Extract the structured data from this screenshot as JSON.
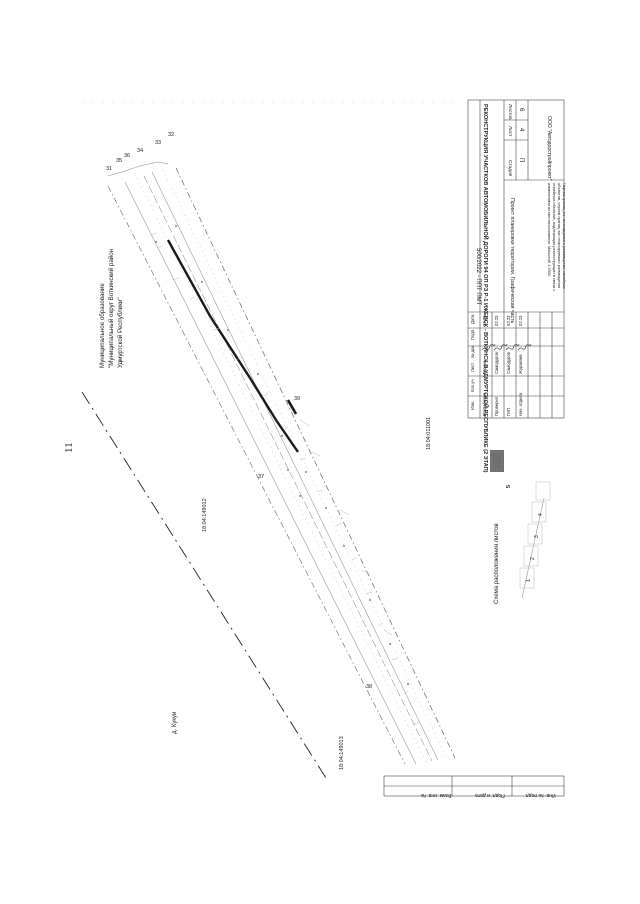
{
  "page": {
    "number": "11"
  },
  "plan": {
    "municipality_lines": [
      "Муниципальное образование",
      "\"Муниципальный округ Воткинский район",
      "Удмуртской Республики\""
    ],
    "village": "д. Кукуи",
    "cadastral_1": "18:04:149012",
    "cadastral_2": "18:04:149013",
    "cadastral_3": "18:04:011001",
    "markers": [
      "31",
      "32",
      "33",
      "34",
      "35",
      "36",
      "37",
      "38",
      "39"
    ]
  },
  "layout_scheme": {
    "title": "Схема расположения листов",
    "sheets": [
      "1",
      "2",
      "3",
      "4",
      "5"
    ]
  },
  "side_stamp": {
    "cells": [
      "Взам. инв. №",
      "Подп. и дата",
      "Инв. № подл."
    ]
  },
  "title_block": {
    "code": "500/2022 - ППТ ПМТ",
    "project_title": "РЕКОНСТРУКЦИЯ УЧАСТКОВ АВТОМОБИЛЬНОЙ ДОРОГИ 94 ОП РЗ Р-1 ИЖЕВСК - ВОТКИНСК В УДМУРТСКОЙ РЕСПУБЛИКЕ (2 ЭТАП)",
    "document_title": "Проект планировки территории. Графическая часть",
    "drawing_title": "Чертеж границ зон планируемого размещения линейных объектов, чертеж границ зон планируемого размещения линейных объектов, подлежащих реконструкции в связи с изменением их местоположения. Масштаб 1:2000",
    "header_cols": [
      "Изм.",
      "Кол.уч.",
      "Лист",
      "№ док.",
      "Подп.",
      "Дата"
    ],
    "rows": [
      {
        "role": "Разработал",
        "name": "Юдина",
        "date": "02.23"
      },
      {
        "role": "Проверил",
        "name": "Самодуров",
        "date": "02.23"
      },
      {
        "role": "ГИП",
        "name": "Самодуров",
        "date": "02.23"
      },
      {
        "role": "Нач. отдела",
        "name": "Журавлев",
        "date": "02.23"
      }
    ],
    "stage_label": "Стадия",
    "sheet_label": "Лист",
    "sheets_label": "Листов",
    "stage": "П",
    "sheet": "4",
    "sheets": "6",
    "company": "ООО \"Автодорстройпроект\""
  }
}
